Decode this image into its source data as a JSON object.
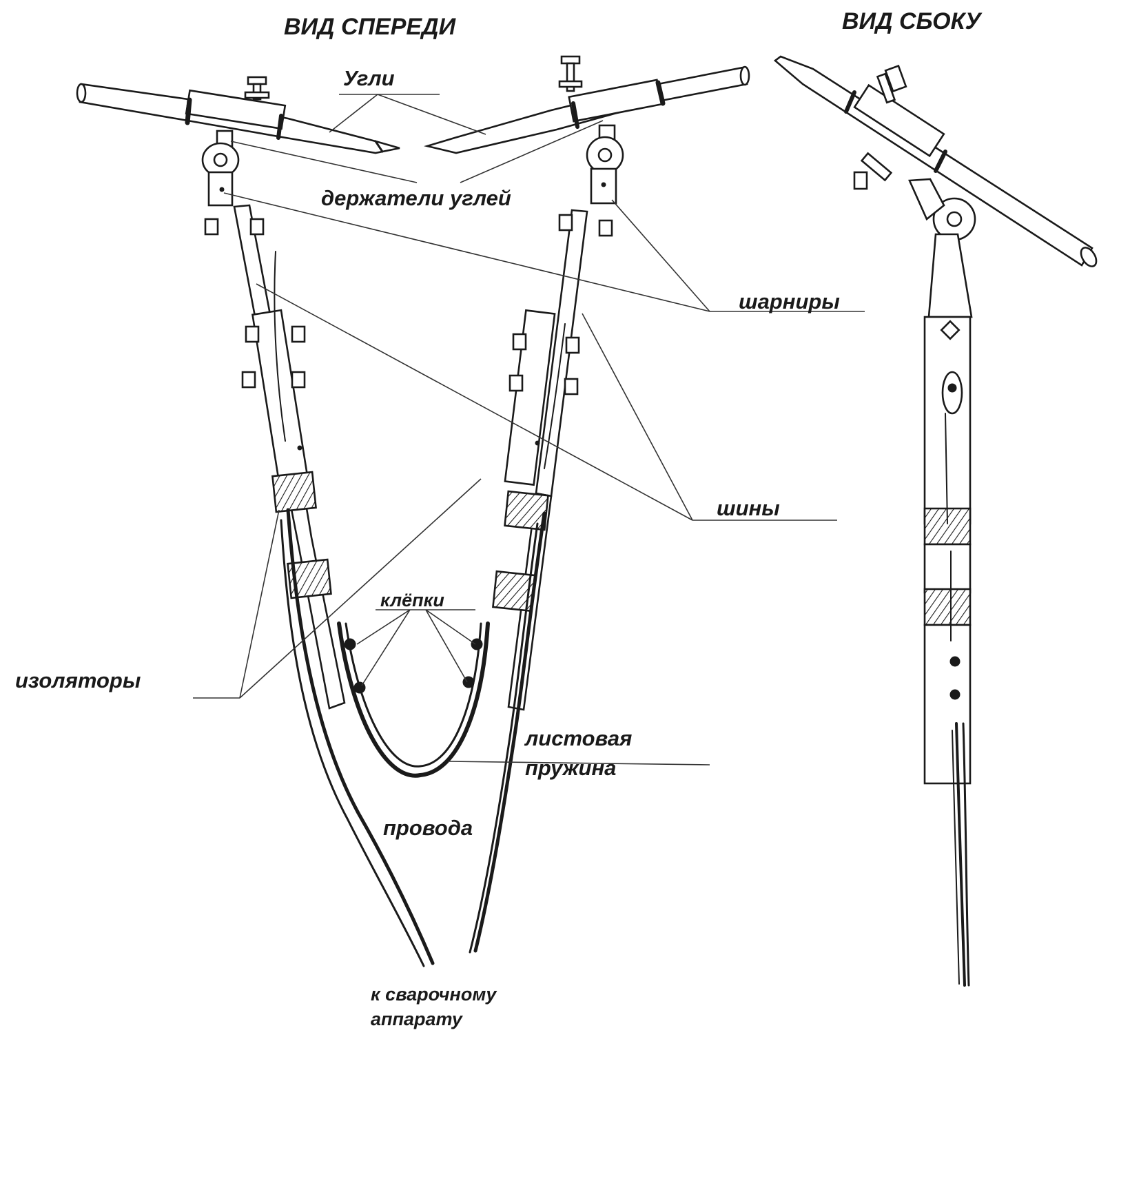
{
  "titles": {
    "front": "ВИД СПЕРЕДИ",
    "side": "ВИД СБОКУ"
  },
  "labels": {
    "carbons": "Угли",
    "holders": "держатели углей",
    "hinges": "шарниры",
    "buses": "шины",
    "rivets": "клёпки",
    "insulators": "изоляторы",
    "spring_line1": "листовая",
    "spring_line2": "пружина",
    "wires": "провода",
    "to_welder_line1": "к сварочному",
    "to_welder_line2": "аппарату"
  },
  "colors": {
    "ink": "#1a1a1a",
    "background": "#ffffff"
  }
}
